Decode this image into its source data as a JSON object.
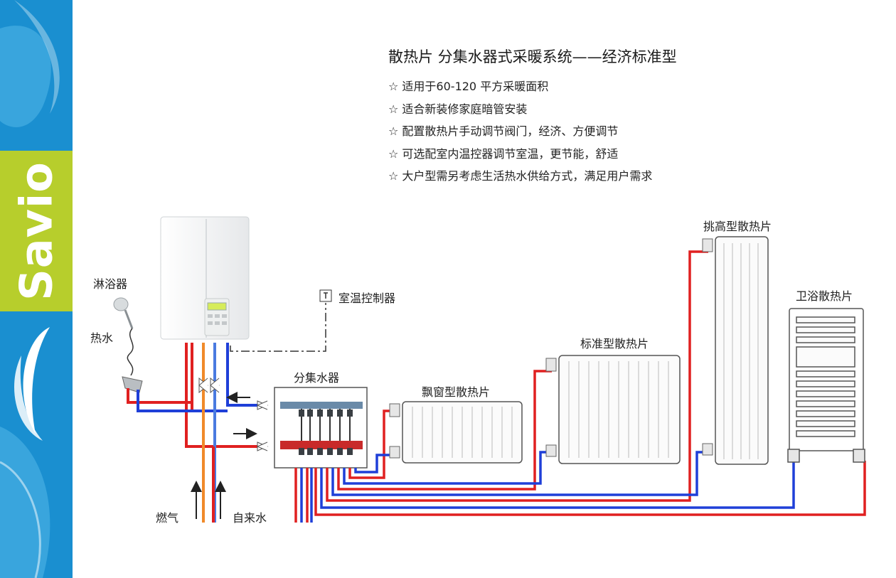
{
  "brand": {
    "name": "Savio"
  },
  "title": "散热片 分集水器式采暖系统——经济标准型",
  "features": [
    "☆ 适用于60-120 平方采暖面积",
    "☆ 适合新装修家庭暗管安装",
    "☆ 配置散热片手动调节阀门，经济、方便调节",
    "☆ 可选配室内温控器调节室温，更节能，舒适",
    "☆ 大户型需另考虑生活热水供给方式，满足用户需求"
  ],
  "labels": {
    "shower": "淋浴器",
    "hot_water": "热水",
    "gas": "燃气",
    "tap_water": "自来水",
    "thermostat": "室温控制器",
    "manifold": "分集水器",
    "bay_window_radiator": "飘窗型散热片",
    "standard_radiator": "标准型散热片",
    "tall_radiator": "挑高型散热片",
    "bathroom_radiator": "卫浴散热片"
  },
  "colors": {
    "brand_blue": "#1a8fd0",
    "brand_green": "#b7ce2c",
    "supply_pipe": "#e02020",
    "return_pipe": "#1f3fd8",
    "gas_pipe": "#f08a2a",
    "tap_pipe": "#4a7be0"
  }
}
